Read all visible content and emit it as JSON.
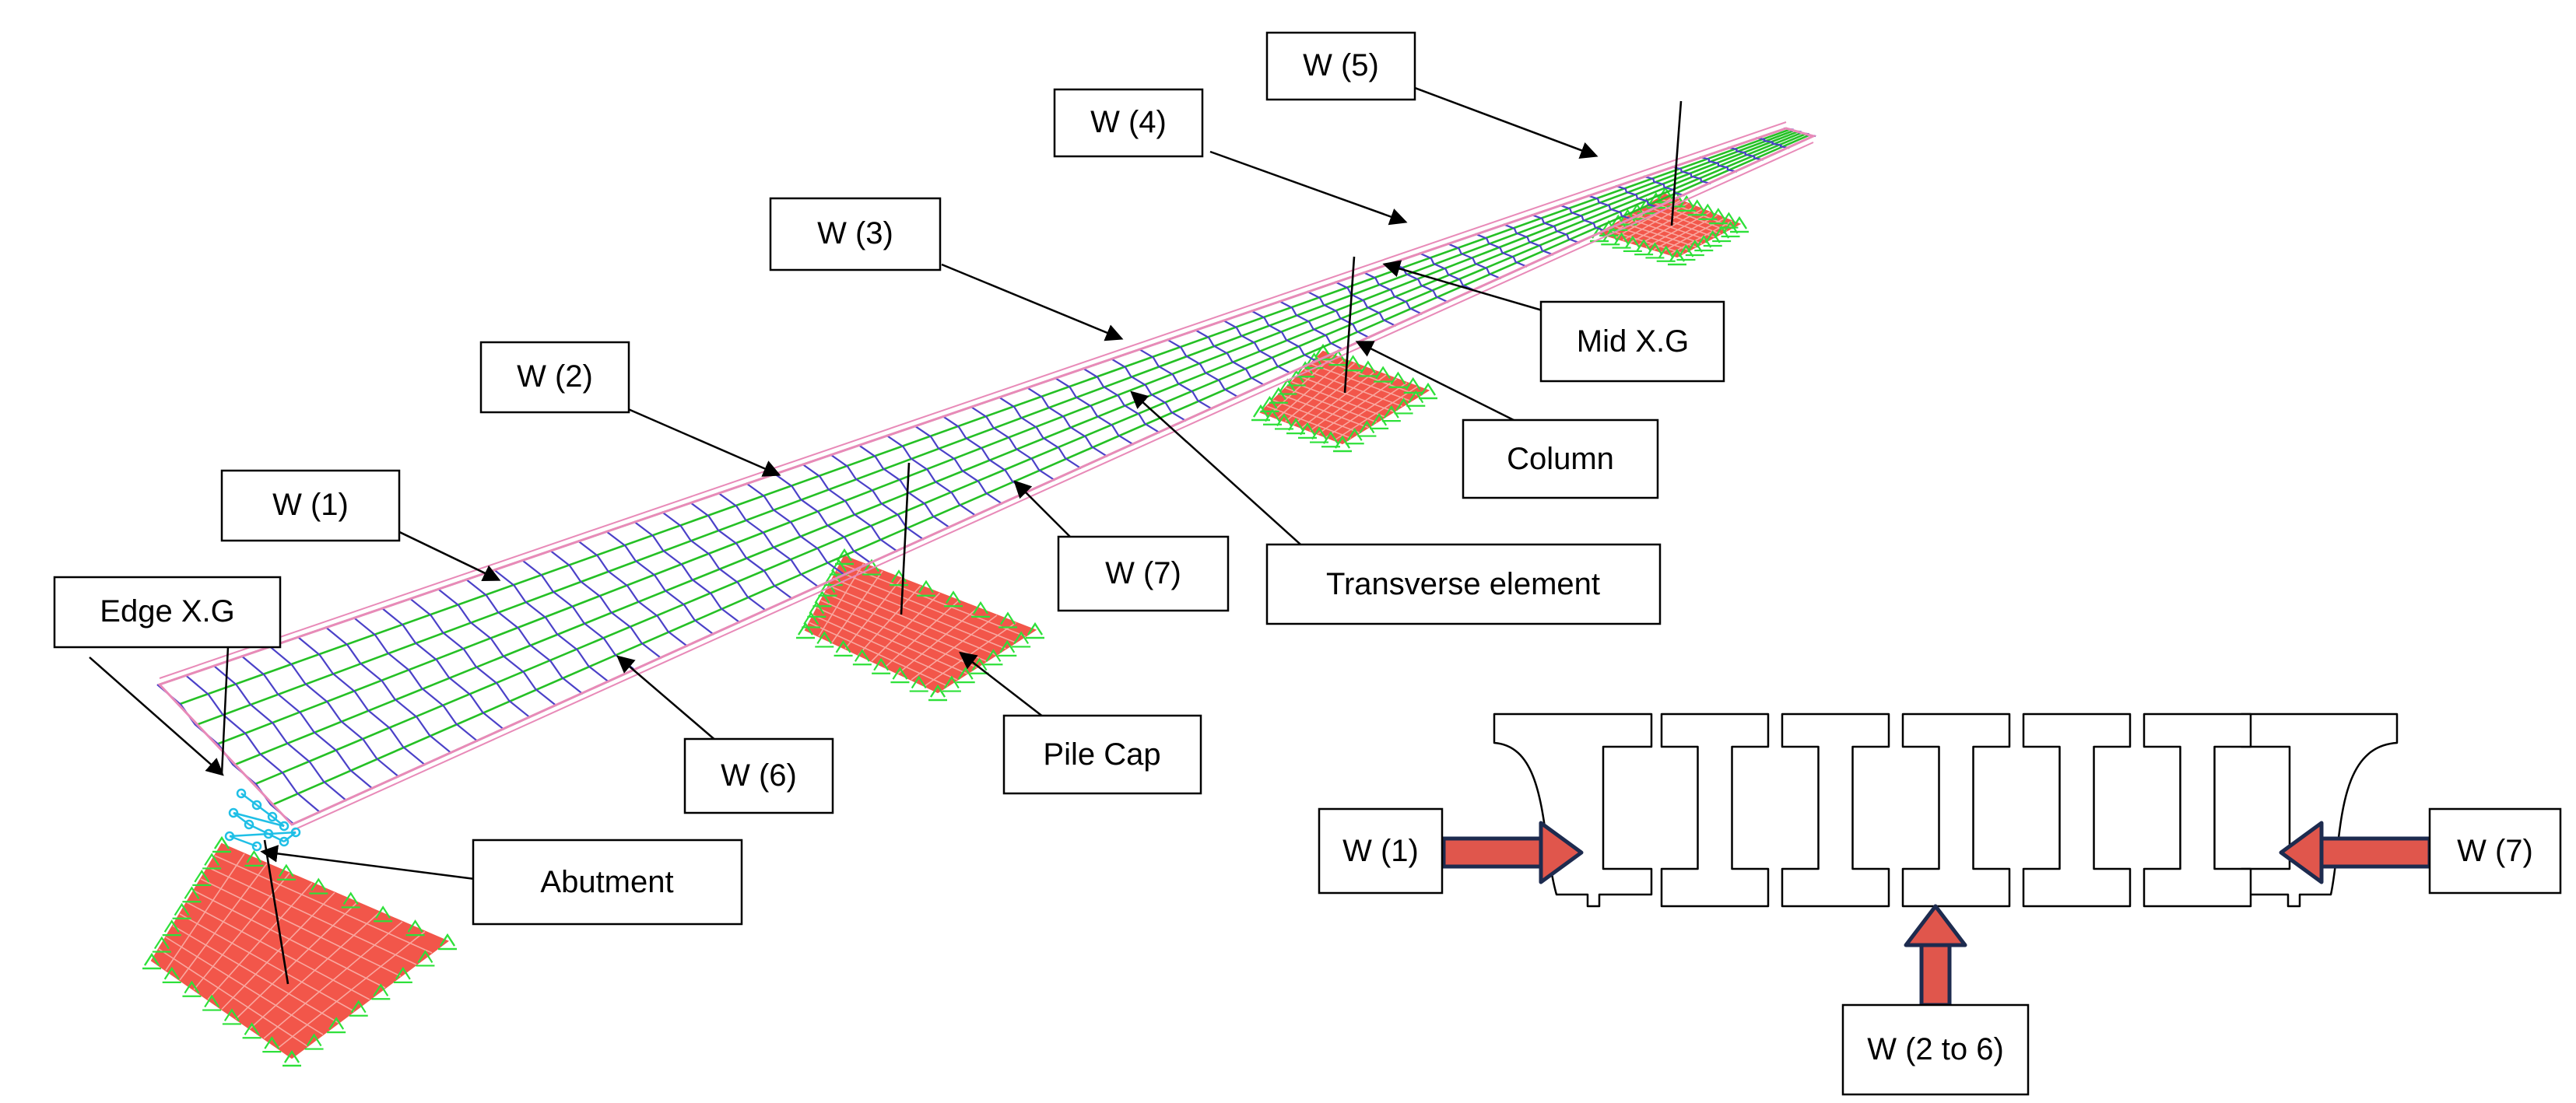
{
  "labels": {
    "w1": "W (1)",
    "w2": "W (2)",
    "w3": "W (3)",
    "w4": "W (4)",
    "w5": "W (5)",
    "w6": "W (6)",
    "w7": "W (7)",
    "edge_xg": "Edge X.G",
    "mid_xg": "Mid X.G",
    "column": "Column",
    "transverse": "Transverse element",
    "pile_cap": "Pile Cap",
    "abutment": "Abutment"
  },
  "section": {
    "left_load": "W (1)",
    "right_load": "W (7)",
    "bottom_load": "W (2 to 6)",
    "girder_count": 7
  },
  "colors": {
    "mesh_long": "#25c025",
    "mesh_trans": "#4b41c8",
    "deck_edge": "#e88ab8",
    "pile_cap_fill": "#f2564a",
    "pile_cap_grid": "#f9a79f",
    "support": "#2ee03a",
    "abutment_node": "#1fbfe6",
    "arrow_fill": "#e0564c",
    "arrow_outline": "#1d2b4f"
  }
}
